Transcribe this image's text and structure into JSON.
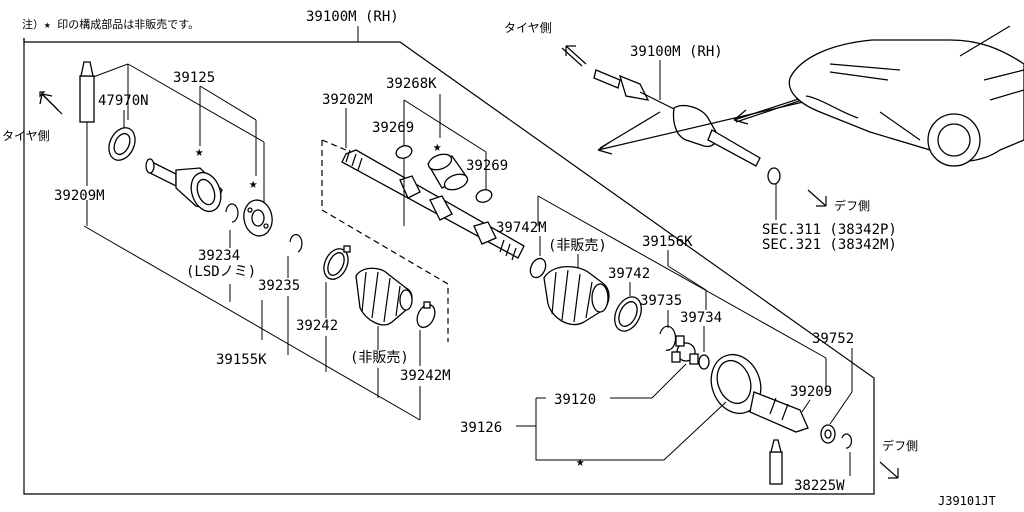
{
  "note": "注）★ 印の構成部品は非販売です。",
  "diagram_id": "J39101JT",
  "directions": {
    "tire_top": "タイヤ側",
    "tire_left": "タイヤ側",
    "diff_right": "デフ側",
    "diff_bottom": "デフ側"
  },
  "labels": {
    "assy_top": "39100M (RH)",
    "assy_car": "39100M (RH)",
    "p47970N": "47970N",
    "p39125": "39125",
    "p39209M": "39209M",
    "p39234": "39234",
    "p39234_note": "(LSDノミ)",
    "p39235": "39235",
    "p39242": "39242",
    "p39155K": "39155K",
    "not_sold_1": "(非販売)",
    "p39242M": "39242M",
    "p39202M": "39202M",
    "p39268K": "39268K",
    "p39269_a": "39269",
    "p39269_b": "39269",
    "p39742M": "39742M",
    "not_sold_2": "(非販売)",
    "p39156K": "39156K",
    "p39742": "39742",
    "p39735": "39735",
    "p39734": "39734",
    "p39752": "39752",
    "p39120": "39120",
    "p39126": "39126",
    "p39209": "39209",
    "p38225W": "38225W",
    "sec311": "SEC.311 (38342P)",
    "sec321": "SEC.321 (38342M)"
  }
}
